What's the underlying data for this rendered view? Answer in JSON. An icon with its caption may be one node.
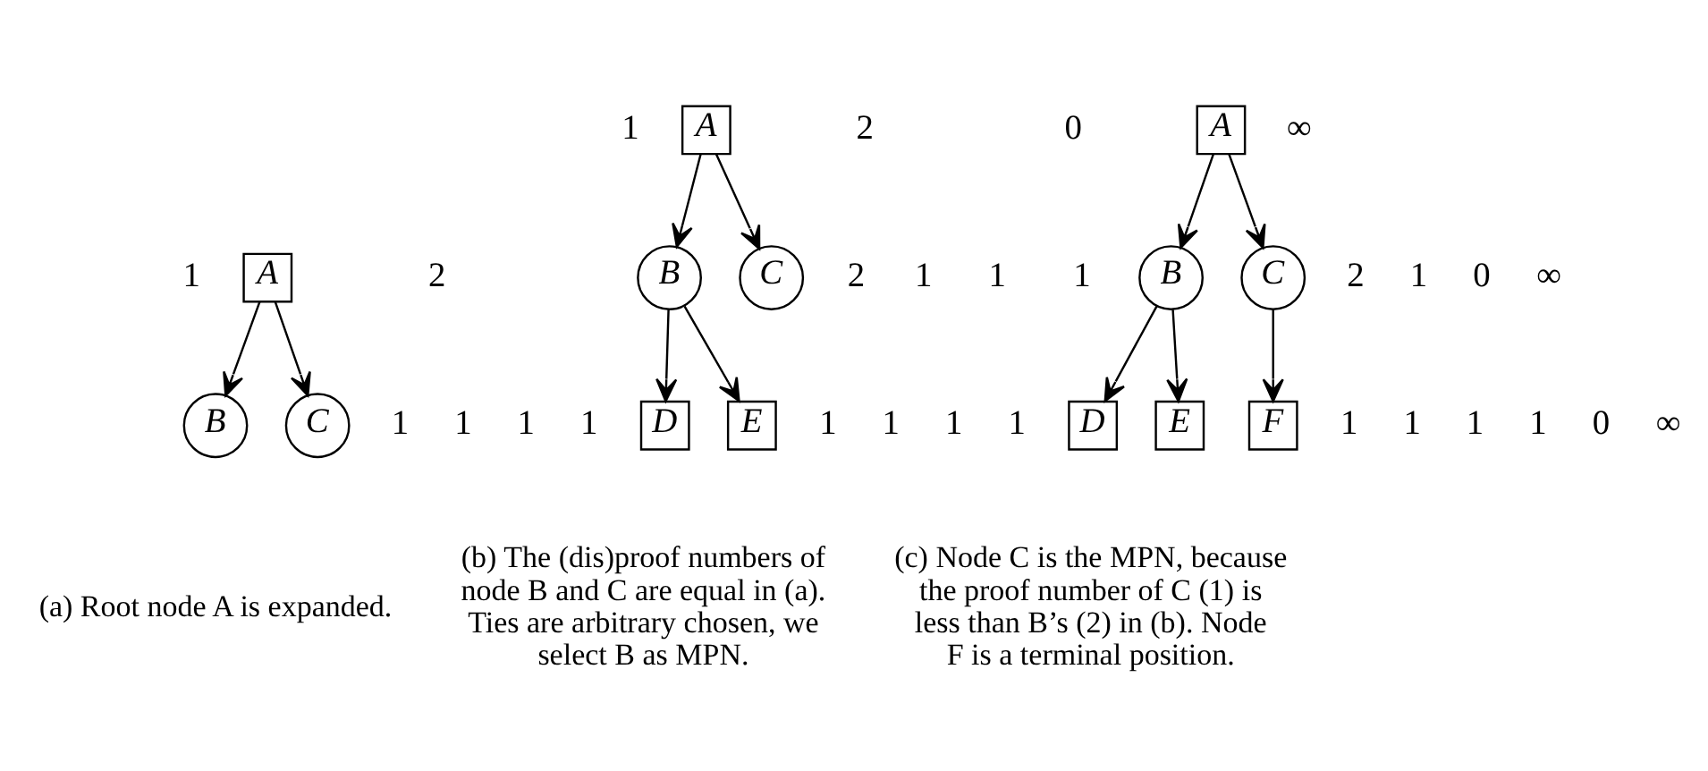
{
  "diagram": {
    "nodes": [
      {
        "text": [
          "A"
        ],
        "beside": [
          "1",
          "2"
        ]
      },
      {
        "text": [
          "B"
        ],
        "beside": [
          "1",
          "1"
        ]
      },
      {
        "text": [
          "C"
        ],
        "beside": [
          "1",
          "1"
        ]
      },
      {
        "text": [
          "A"
        ],
        "beside": [
          "1",
          "2"
        ]
      },
      {
        "text": [
          "B"
        ],
        "beside": [
          "2",
          "1"
        ]
      },
      {
        "text": [
          "C"
        ],
        "beside": [
          "1",
          "1"
        ]
      },
      {
        "text": [
          "D"
        ],
        "beside": [
          "1",
          "1"
        ]
      },
      {
        "text": [
          "E"
        ],
        "beside": [
          "1",
          "1"
        ]
      },
      {
        "text": [
          "A"
        ],
        "beside": [
          "0",
          "∞"
        ]
      },
      {
        "text": [
          "B"
        ],
        "beside": [
          "2",
          "1"
        ]
      },
      {
        "text": [
          "C"
        ],
        "beside": [
          "0",
          "∞"
        ]
      },
      {
        "text": [
          "D"
        ],
        "beside": [
          "1",
          "1"
        ]
      },
      {
        "text": [
          "E"
        ],
        "beside": [
          "1",
          "1"
        ]
      },
      {
        "text": [
          "F"
        ],
        "beside": [
          "0",
          "∞"
        ]
      }
    ],
    "edges": [
      {
        "from": 0,
        "to": 1,
        "arrow": "to"
      },
      {
        "from": 0,
        "to": 2,
        "arrow": "to"
      },
      {
        "from": 3,
        "to": 4,
        "arrow": "to"
      },
      {
        "from": 3,
        "to": 5,
        "arrow": "to"
      },
      {
        "from": 4,
        "to": 6,
        "arrow": "to"
      },
      {
        "from": 4,
        "to": 7,
        "arrow": "to"
      },
      {
        "from": 8,
        "to": 9,
        "arrow": "to"
      },
      {
        "from": 8,
        "to": 10,
        "arrow": "to"
      },
      {
        "from": 9,
        "to": 11,
        "arrow": "to"
      },
      {
        "from": 9,
        "to": 12,
        "arrow": "to"
      },
      {
        "from": 10,
        "to": 13,
        "arrow": "to"
      }
    ],
    "labels": [
      "(a) Root node A is expanded.",
      "(b) The (dis)proof numbers of node B and C are equal in (a). Ties are arbitrary chosen, we select B as MPN.",
      "(c) Node C is the MPN, because the proof number of C (1) is less than B’s (2) in (b). Node F is a terminal position."
    ]
  }
}
